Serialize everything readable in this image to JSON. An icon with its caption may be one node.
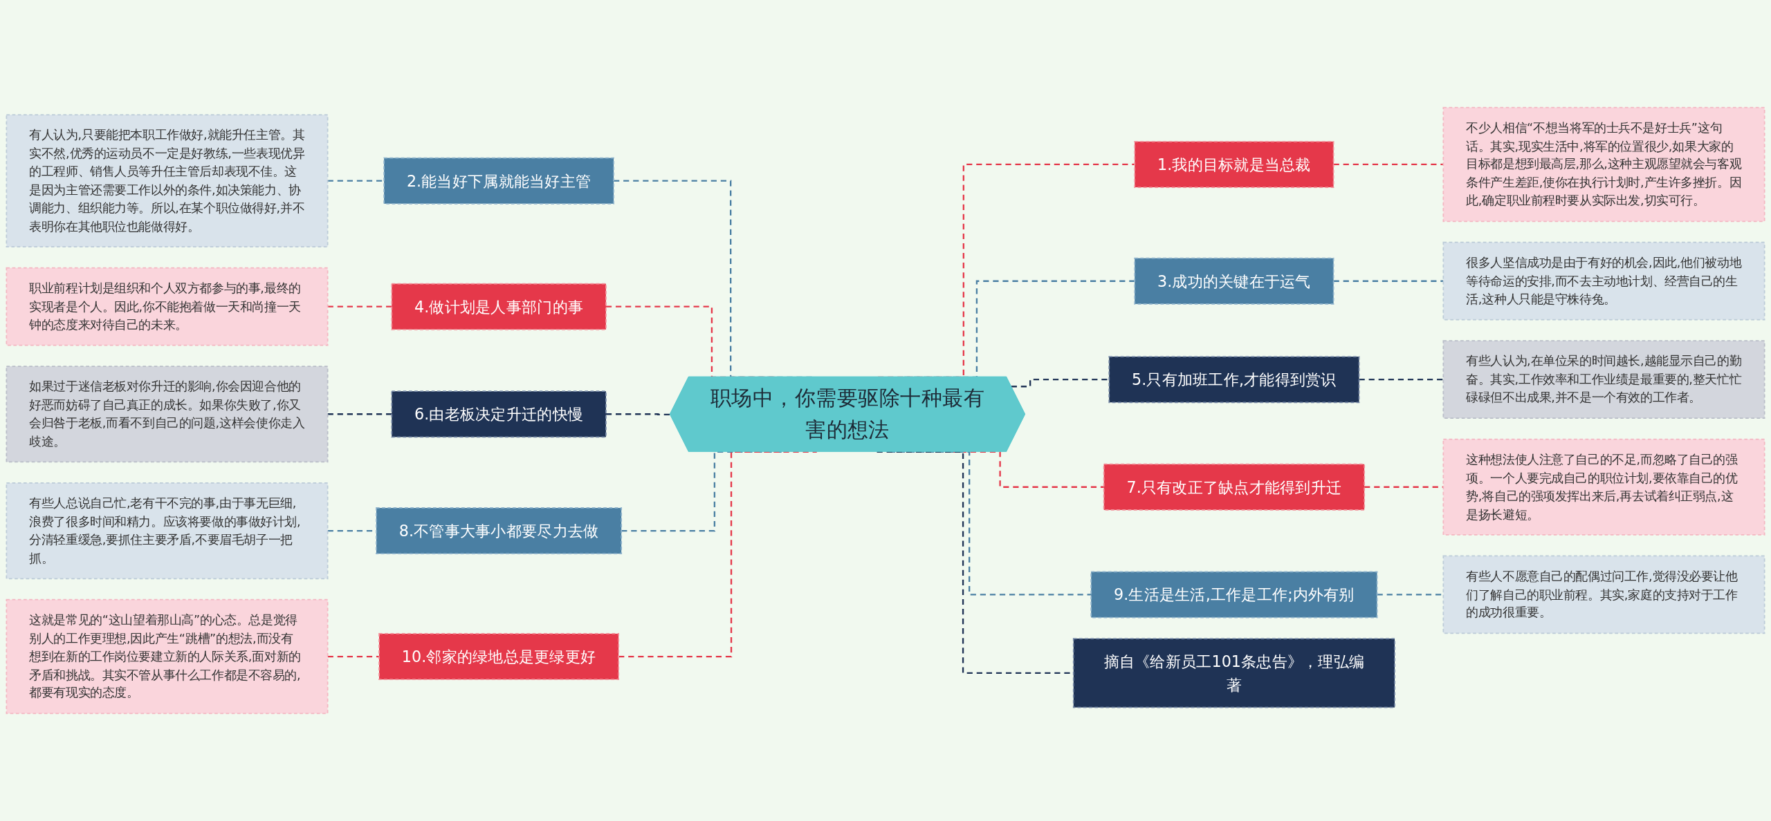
{
  "diagram": {
    "nodes": [
      {
        "text": [
          "职场中，你需要驱除十种最有害的想法"
        ]
      },
      {
        "text": [
          "1.我的目标就是当总裁"
        ]
      },
      {
        "text": [
          "不少人相信“不想当将军的士兵不是好士兵”这句话。其实,现实生活中,将军的位置很少,如果大家的目标都是想到最高层,那么,这种主观愿望就会与客观条件产生差距,使你在执行计划时,产生许多挫折。因此,确定职业前程时要从实际出发,切实可行。"
        ]
      },
      {
        "text": [
          "2.能当好下属就能当好主管"
        ]
      },
      {
        "text": [
          "有人认为,只要能把本职工作做好,就能升任主管。其实不然,优秀的运动员不一定是好教练,一些表现优异的工程师、销售人员等升任主管后却表现不佳。这是因为主管还需要工作以外的条件,如决策能力、协调能力、组织能力等。所以,在某个职位做得好,并不表明你在其他职位也能做得好。"
        ]
      },
      {
        "text": [
          "3.成功的关键在于运气"
        ]
      },
      {
        "text": [
          "很多人坚信成功是由于有好的机会,因此,他们被动地等待命运的安排,而不去主动地计划、经营自己的生活,这种人只能是守株待兔。"
        ]
      },
      {
        "text": [
          "4.做计划是人事部门的事"
        ]
      },
      {
        "text": [
          "职业前程计划是组织和个人双方都参与的事,最终的实现者是个人。因此,你不能抱着做一天和尚撞一天钟的态度来对待自己的未来。"
        ]
      },
      {
        "text": [
          "5.只有加班工作,才能得到赏识"
        ]
      },
      {
        "text": [
          "有些人认为,在单位呆的时间越长,越能显示自己的勤奋。其实,工作效率和工作业绩是最重要的,整天忙忙碌碌但不出成果,并不是一个有效的工作者。"
        ]
      },
      {
        "text": [
          "6.由老板决定升迁的快慢"
        ]
      },
      {
        "text": [
          "如果过于迷信老板对你升迁的影响,你会因迎合他的好恶而妨碍了自己真正的成长。如果你失败了,你又会归咎于老板,而看不到自己的问题,这样会使你走入歧途。"
        ]
      },
      {
        "text": [
          "7.只有改正了缺点才能得到升迁"
        ]
      },
      {
        "text": [
          "这种想法使人注意了自己的不足,而忽略了自己的强项。一个人要完成自己的职位计划,要依靠自己的优势,将自己的强项发挥出来后,再去试着纠正弱点,这是扬长避短。"
        ]
      },
      {
        "text": [
          "8.不管事大事小都要尽力去做"
        ]
      },
      {
        "text": [
          "有些人总说自己忙,老有干不完的事,由于事无巨细,浪费了很多时间和精力。应该将要做的事做好计划,分清轻重缓急,要抓住主要矛盾,不要眉毛胡子一把抓。"
        ]
      },
      {
        "text": [
          "9.生活是生活,工作是工作;内外有别"
        ]
      },
      {
        "text": [
          "有些人不愿意自己的配偶过问工作,觉得没必要让他们了解自己的职业前程。其实,家庭的支持对于工作的成功很重要。"
        ]
      },
      {
        "text": [
          "10.邻家的绿地总是更绿更好"
        ]
      },
      {
        "text": [
          "这就是常见的“这山望着那山高”的心态。总是觉得别人的工作更理想,因此产生“跳槽”的想法,而没有想到在新的工作岗位要建立新的人际关系,面对新的矛盾和挑战。其实不管从事什么工作都是不容易的,都要有现实的态度。"
        ]
      },
      {
        "text": [
          "摘自《给新员工101条忠告》，理弘编著"
        ]
      }
    ],
    "edges": [
      {
        "from": 0,
        "to": 1,
        "arrow": "none",
        "style": "dashed",
        "color": "#e5384a"
      },
      {
        "from": 1,
        "to": 2,
        "arrow": "none",
        "style": "dashed",
        "color": "#e5384a"
      },
      {
        "from": 3,
        "to": 0,
        "arrow": "none",
        "style": "dashed",
        "color": "#4a7fa3"
      },
      {
        "from": 4,
        "to": 3,
        "arrow": "none",
        "style": "dashed",
        "color": "#4a7fa3"
      },
      {
        "from": 0,
        "to": 5,
        "arrow": "none",
        "style": "dashed",
        "color": "#4a7fa3"
      },
      {
        "from": 5,
        "to": 6,
        "arrow": "none",
        "style": "dashed",
        "color": "#4a7fa3"
      },
      {
        "from": 7,
        "to": 0,
        "arrow": "none",
        "style": "dashed",
        "color": "#e5384a"
      },
      {
        "from": 8,
        "to": 7,
        "arrow": "none",
        "style": "dashed",
        "color": "#e5384a"
      },
      {
        "from": 0,
        "to": 9,
        "arrow": "none",
        "style": "dashed",
        "color": "#1f3355"
      },
      {
        "from": 9,
        "to": 10,
        "arrow": "none",
        "style": "dashed",
        "color": "#1f3355"
      },
      {
        "from": 11,
        "to": 0,
        "arrow": "none",
        "style": "dashed",
        "color": "#1f3355"
      },
      {
        "from": 12,
        "to": 11,
        "arrow": "none",
        "style": "dashed",
        "color": "#1f3355"
      },
      {
        "from": 0,
        "to": 13,
        "arrow": "none",
        "style": "dashed",
        "color": "#e5384a"
      },
      {
        "from": 13,
        "to": 14,
        "arrow": "none",
        "style": "dashed",
        "color": "#e5384a"
      },
      {
        "from": 15,
        "to": 0,
        "arrow": "none",
        "style": "dashed",
        "color": "#4a7fa3"
      },
      {
        "from": 16,
        "to": 15,
        "arrow": "none",
        "style": "dashed",
        "color": "#4a7fa3"
      },
      {
        "from": 0,
        "to": 17,
        "arrow": "none",
        "style": "dashed",
        "color": "#4a7fa3"
      },
      {
        "from": 17,
        "to": 18,
        "arrow": "none",
        "style": "dashed",
        "color": "#4a7fa3"
      },
      {
        "from": 19,
        "to": 0,
        "arrow": "none",
        "style": "dashed",
        "color": "#e5384a"
      },
      {
        "from": 20,
        "to": 19,
        "arrow": "none",
        "style": "dashed",
        "color": "#e5384a"
      },
      {
        "from": 0,
        "to": 21,
        "arrow": "none",
        "style": "dashed",
        "color": "#1f3355"
      }
    ]
  }
}
